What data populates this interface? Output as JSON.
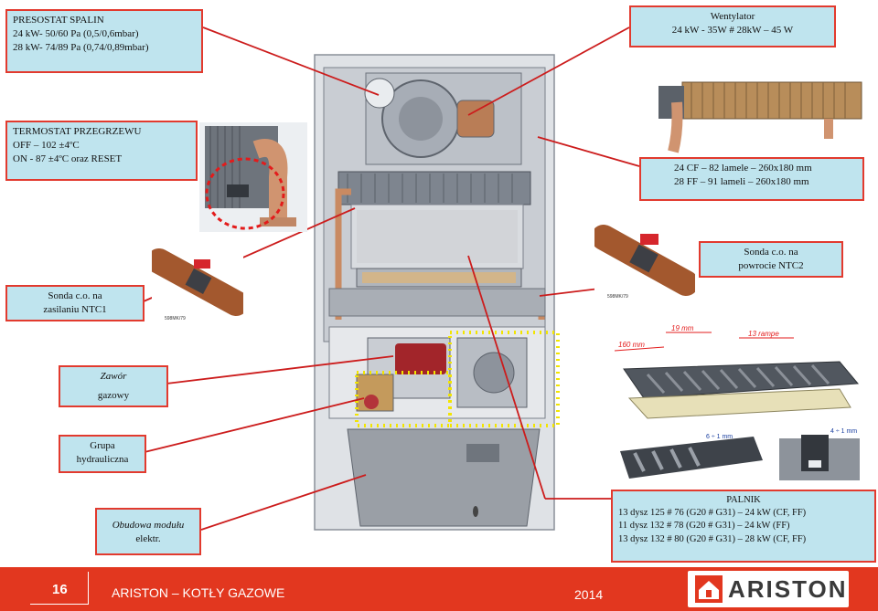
{
  "labels": {
    "presostat": {
      "l1": "PRESOSTAT SPALIN",
      "l2": "24 kW-  50/60 Pa (0,5/0,6mbar)",
      "l3": "28 kW-  74/89 Pa (0,74/0,89mbar)"
    },
    "wentylator": {
      "l1": "Wentylator",
      "l2": "24 kW - 35W    #    28kW – 45 W"
    },
    "termostat": {
      "l1": "TERMOSTAT PRZEGRZEWU",
      "l2": "OFF – 102 ±4ºC",
      "l3": "ON - 87 ±4ºC oraz RESET"
    },
    "wymiennik": {
      "l1": "24 CF – 82 lamele – 260x180 mm",
      "l2": "28 FF – 91 lameli – 260x180 mm"
    },
    "sonda_powrot": {
      "l1": "Sonda c.o. na",
      "l2": "powrocie NTC2"
    },
    "sonda_zasilanie": {
      "l1": "Sonda c.o. na",
      "l2": "zasilaniu NTC1"
    },
    "zawor": {
      "l1": "Zawór",
      "l2": "gazowy"
    },
    "grupa": {
      "l1": "Grupa",
      "l2": "hydrauliczna"
    },
    "obudowa": {
      "l1": "Obudowa modułu",
      "l2": "elektr."
    },
    "palnik": {
      "title": "PALNIK",
      "l1": "13 dysz 125 # 76 (G20 # G31) – 24 kW (CF, FF)",
      "l2": "11 dysz 132 # 78 (G20 # G31) – 24 kW (FF)",
      "l3": "13 dysz 132 # 80 (G20 # G31) – 28 kW (CF, FF)"
    }
  },
  "burner_dims": {
    "d1": "19 mm",
    "d2": "13 rampe",
    "d3": "160 mm",
    "d4": "6 ÷ 1 mm",
    "d5": "4 ÷ 1 mm"
  },
  "footer": {
    "page_number": "16",
    "title": "ARISTON – KOTŁY GAZOWE",
    "year": "2014"
  },
  "logo": {
    "text": "ARISTON",
    "icon": "ariston-house-icon"
  },
  "colors": {
    "label_bg": "#bfe4ee",
    "label_border": "#e23a2e",
    "footer_bg": "#e2371f",
    "highlight_dots": "#f2e500",
    "pipe": "#c98a62"
  }
}
